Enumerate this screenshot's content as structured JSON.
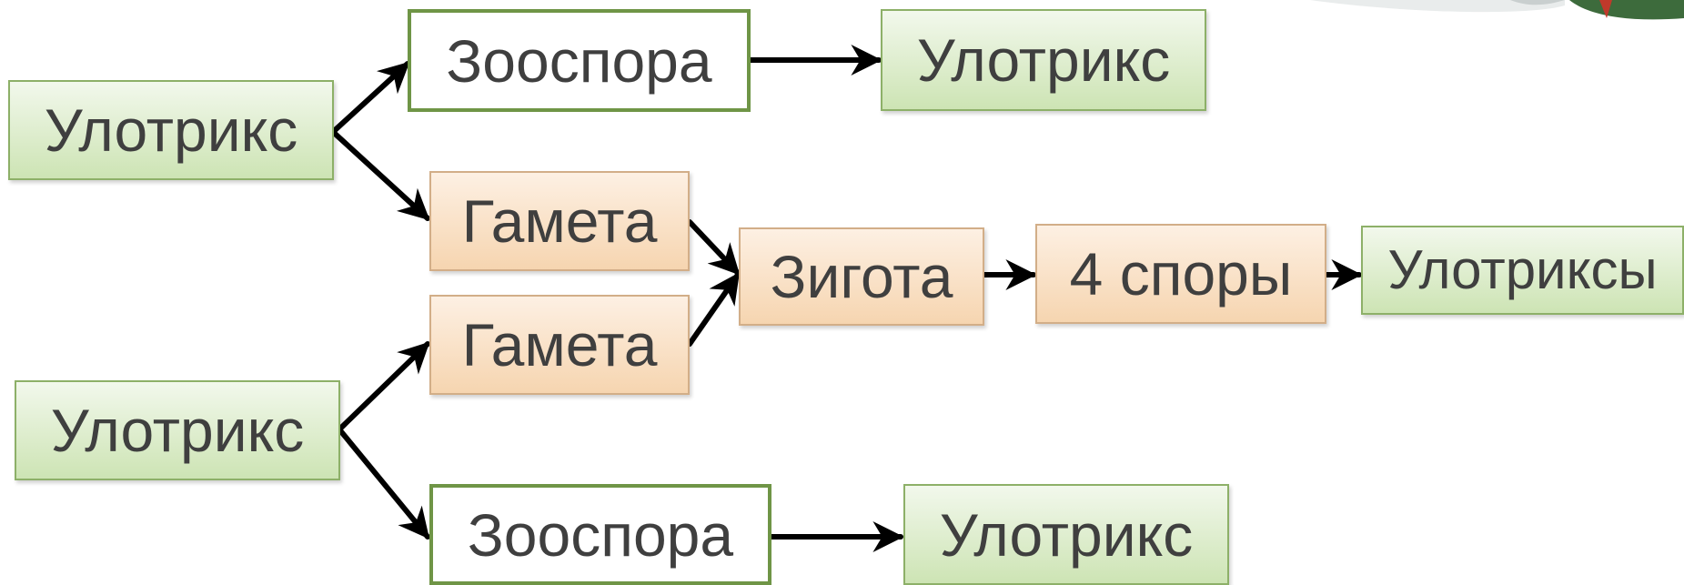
{
  "nodes": {
    "ulotrix_top": "Улотрикс",
    "zoospore_top": "Зооспора",
    "ulotrix_top_result": "Улотрикс",
    "gamete_upper": "Гамета",
    "gamete_lower": "Гамета",
    "zygote": "Зигота",
    "spores": "4 споры",
    "ulotrixes": "Улотриксы",
    "ulotrix_bottom": "Улотрикс",
    "zoospore_bottom": "Зооспора",
    "ulotrix_bottom_result": "Улотрикс"
  },
  "colors": {
    "green_fill": "#d6e9c1",
    "green_border": "#8db068",
    "orange_fill": "#f9dfc2",
    "orange_border": "#d2ae88",
    "white_border": "#6f9546",
    "text": "#3f3f3f",
    "arrow": "#000000"
  }
}
